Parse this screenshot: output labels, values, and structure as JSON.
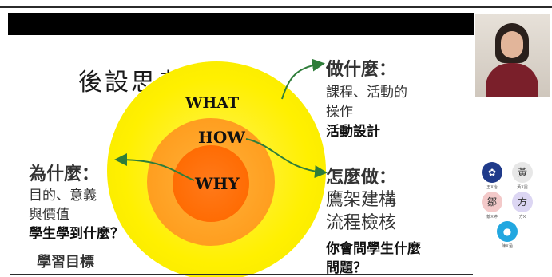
{
  "slide": {
    "title": "後設思考",
    "rings": {
      "what": "WHAT",
      "how": "HOW",
      "why": "WHY"
    },
    "what_block": {
      "heading": "做什麼：",
      "line1": "課程、活動的",
      "line2": "操作",
      "line3": "活動設計"
    },
    "why_block": {
      "heading": "為什麼：",
      "line1": "目的、意義",
      "line2": "與價值",
      "line3": "學生學到什麼？",
      "line4": "學習目標"
    },
    "how_block": {
      "heading": "怎麼做：",
      "line1": "鷹架建構",
      "line2": "流程檢核",
      "line3": "你會問學生什麼",
      "line4": "問題？"
    }
  },
  "participants": [
    {
      "initial": "",
      "name": "王X怡",
      "color": "#1f3a8a"
    },
    {
      "initial": "黃",
      "name": "黃X雯",
      "color": "#e7e7e7"
    },
    {
      "initial": "鄒",
      "name": "鄒X婷",
      "color": "#f3c9c9"
    },
    {
      "initial": "方",
      "name": "方X",
      "color": "#dcd6f3"
    },
    {
      "initial": "",
      "name": "陳X涵",
      "color": "#22a7e0"
    }
  ],
  "colors": {
    "accent_red": "#e8391e",
    "yellow": "#fff000",
    "orange": "#ff9e1f",
    "core": "#ff6a00"
  }
}
